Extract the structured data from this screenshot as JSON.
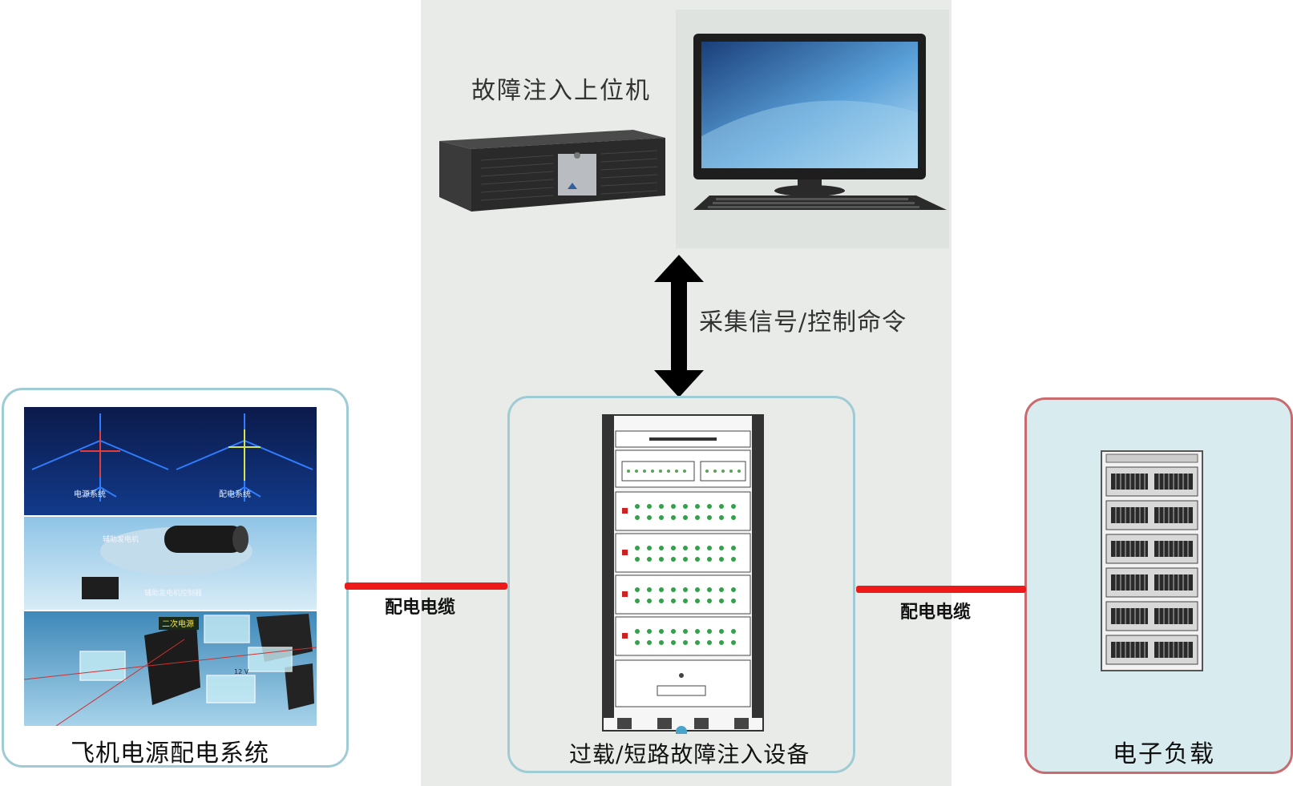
{
  "labels": {
    "host": "故障注入上位机",
    "signal": "采集信号/控制命令",
    "aircraft_system": "飞机电源配电系统",
    "injector": "过载/短路故障注入设备",
    "electronic_load": "电子负载",
    "cable_left": "配电电缆",
    "cable_right": "配电电缆"
  },
  "aircraft_photo_labels": {
    "power_system": "电源系统",
    "distribution_system": "配电系统",
    "generator": "辅助发电机",
    "controller": "辅助发电机控制器",
    "secondary_power": "二次电源",
    "voltage": "12 V"
  },
  "colors": {
    "cable": "#ee1a1a",
    "panel_border": "#9fcbd4",
    "load_border": "#c86a6e",
    "host_background": "#e8ebe7"
  }
}
